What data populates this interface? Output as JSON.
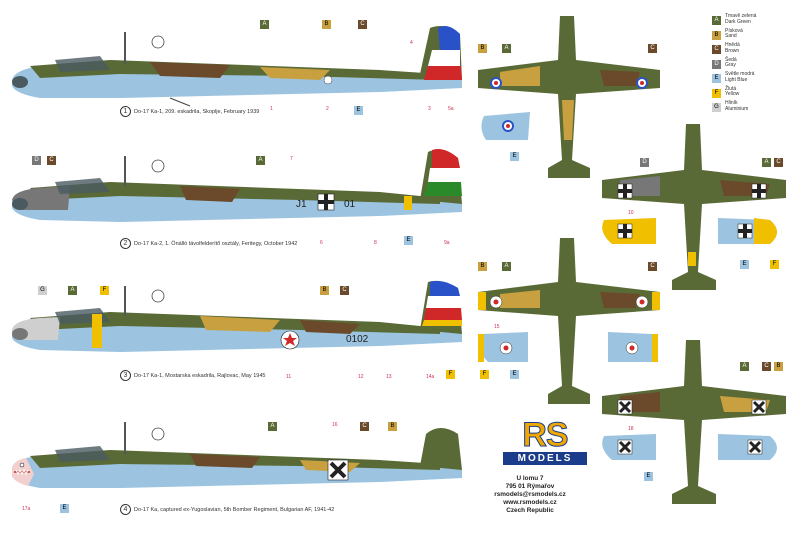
{
  "profiles": [
    {
      "num": "1",
      "caption": "Do-17 Ka-1, 209. eskadrila, Skoplje, February 1939",
      "tags_top": [
        "A",
        "B",
        "C"
      ],
      "tags_bottom": [
        "1",
        "2",
        "E",
        "3",
        "5a"
      ],
      "tag4": "4"
    },
    {
      "num": "2",
      "caption": "Do-17 Ka-2, 1. Önálló távolfelderítő osztály, Feritegy, October 1942",
      "tags_top": [
        "D",
        "C",
        "A",
        "7"
      ],
      "tags_bottom": [
        "6",
        "8",
        "E",
        "9a"
      ],
      "code_left": "J1",
      "code_right": "01"
    },
    {
      "num": "3",
      "caption": "Do-17 Ka-1, Mostarska eskadrila, Rajlovac, May 1945",
      "tags_top": [
        "G",
        "A",
        "F",
        "B",
        "C"
      ],
      "tags_bottom": [
        "11",
        "12",
        "13",
        "14a",
        "F"
      ],
      "serial": "0102"
    },
    {
      "num": "4",
      "caption": "Do-17 Ka, captured ex-Yugoslavian, 5th Bomber Regiment, Bulgarian AF, 1941-42",
      "tags_top": [
        "A",
        "16",
        "C",
        "B"
      ],
      "tags_bottom": [
        "17a",
        "E"
      ]
    }
  ],
  "plan_tags": {
    "p1": [
      "B",
      "A",
      "C",
      "E"
    ],
    "p2": [
      "D",
      "A",
      "C",
      "10",
      "E",
      "F"
    ],
    "p3": [
      "B",
      "A",
      "C",
      "15",
      "F",
      "E"
    ],
    "p4": [
      "A",
      "C",
      "B",
      "18",
      "E"
    ]
  },
  "legend": [
    {
      "code": "A",
      "cz": "Tmavě zelená",
      "en": "Dark Green",
      "color": "#5a6a36",
      "text": "#ffffff"
    },
    {
      "code": "B",
      "cz": "Písková",
      "en": "Sand",
      "color": "#c8a040",
      "text": "#000000"
    },
    {
      "code": "C",
      "cz": "Hnědá",
      "en": "Brown",
      "color": "#6a4a2a",
      "text": "#ffffff"
    },
    {
      "code": "D",
      "cz": "Šedá",
      "en": "Gray",
      "color": "#777777",
      "text": "#ffffff"
    },
    {
      "code": "E",
      "cz": "Světle modrá",
      "en": "Light Blue",
      "color": "#9cc4e0",
      "text": "#000000"
    },
    {
      "code": "F",
      "cz": "Žlutá",
      "en": "Yellow",
      "color": "#f0c000",
      "text": "#000000"
    },
    {
      "code": "G",
      "cz": "Hliník",
      "en": "Aluminium",
      "color": "#cfcfcf",
      "text": "#000000"
    }
  ],
  "logo": {
    "rs": "RS",
    "models": "MODELS"
  },
  "contact": [
    "U lomu 7",
    "795 01 Rýmařov",
    "rsmodels@rsmodels.cz",
    "www.rsmodels.cz",
    "Czech Republic"
  ]
}
